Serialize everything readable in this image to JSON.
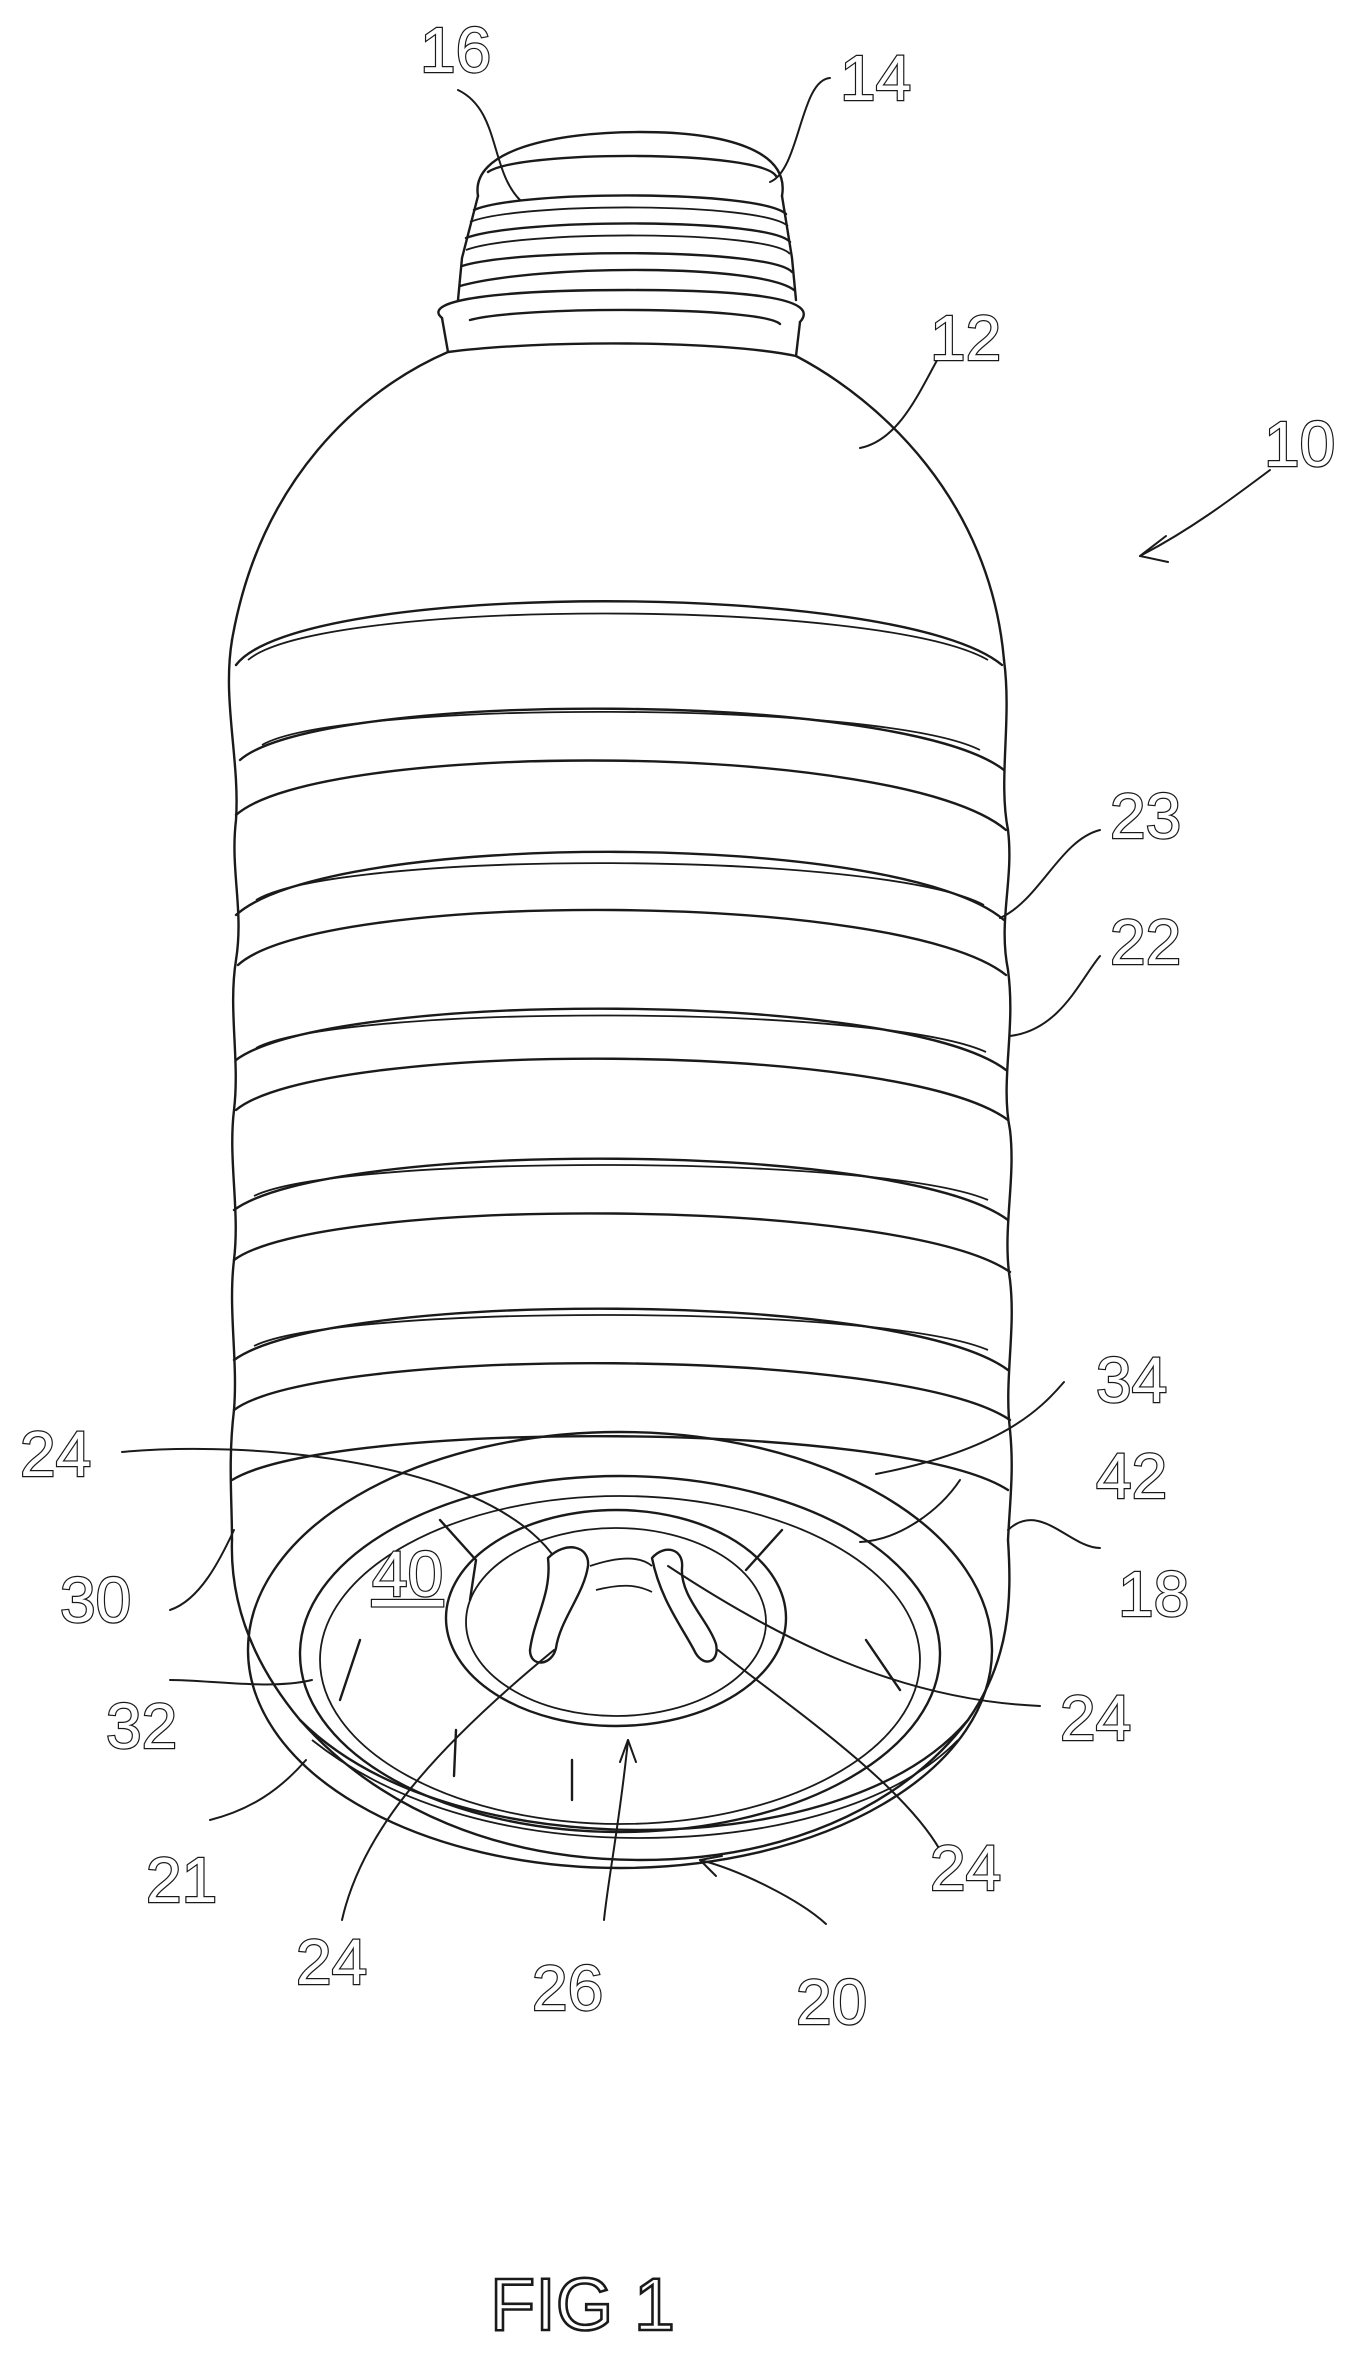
{
  "figure": {
    "caption": "FIG 1",
    "reference_numerals": [
      {
        "id": "n16",
        "text": "16"
      },
      {
        "id": "n14",
        "text": "14"
      },
      {
        "id": "n12",
        "text": "12"
      },
      {
        "id": "n10",
        "text": "10"
      },
      {
        "id": "n23",
        "text": "23"
      },
      {
        "id": "n22",
        "text": "22"
      },
      {
        "id": "n34",
        "text": "34"
      },
      {
        "id": "n42",
        "text": "42"
      },
      {
        "id": "n18",
        "text": "18"
      },
      {
        "id": "n24a",
        "text": "24"
      },
      {
        "id": "n30",
        "text": "30"
      },
      {
        "id": "n40",
        "text": "40"
      },
      {
        "id": "n32",
        "text": "32"
      },
      {
        "id": "n24b",
        "text": "24"
      },
      {
        "id": "n24c",
        "text": "24"
      },
      {
        "id": "n21",
        "text": "21"
      },
      {
        "id": "n24d",
        "text": "24"
      },
      {
        "id": "n26",
        "text": "26"
      },
      {
        "id": "n20",
        "text": "20"
      }
    ]
  }
}
